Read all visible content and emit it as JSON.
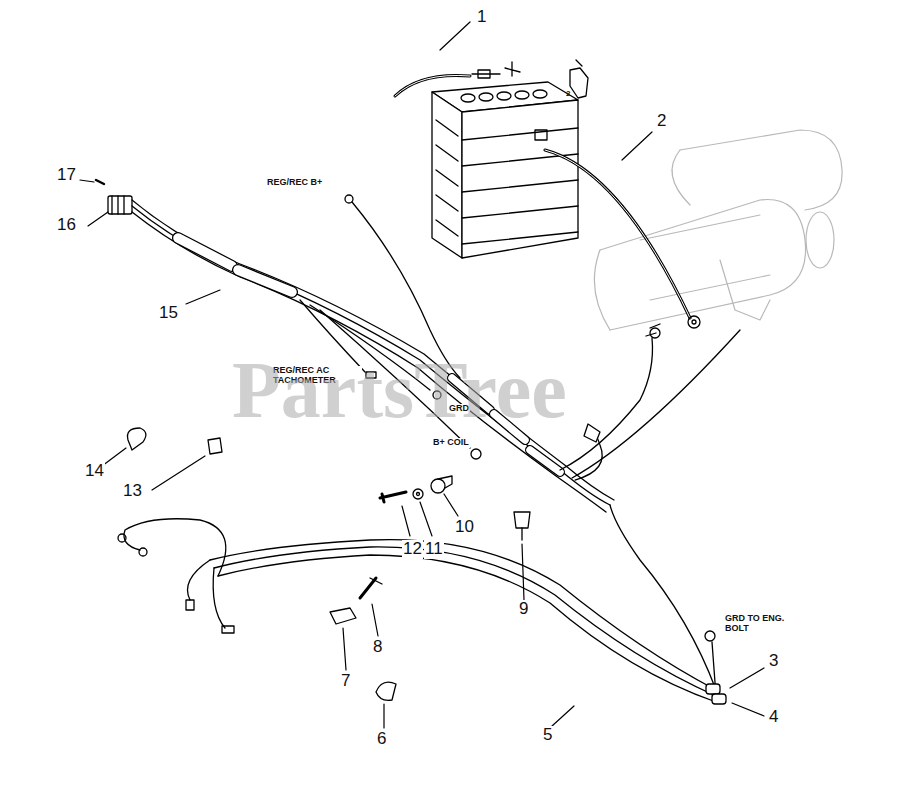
{
  "diagram": {
    "labels": [
      "1",
      "2",
      "2",
      "REG/REC B+",
      "17",
      "16",
      "15",
      "REG/REC AC TACHOMETER",
      "GRD",
      "B+ COIL",
      "14",
      "13",
      "12",
      "11",
      "10",
      "9",
      "GRD TO ENG. BOLT",
      "3",
      "4",
      "8",
      "7",
      "6",
      "5",
      "PartsTree"
    ]
  }
}
